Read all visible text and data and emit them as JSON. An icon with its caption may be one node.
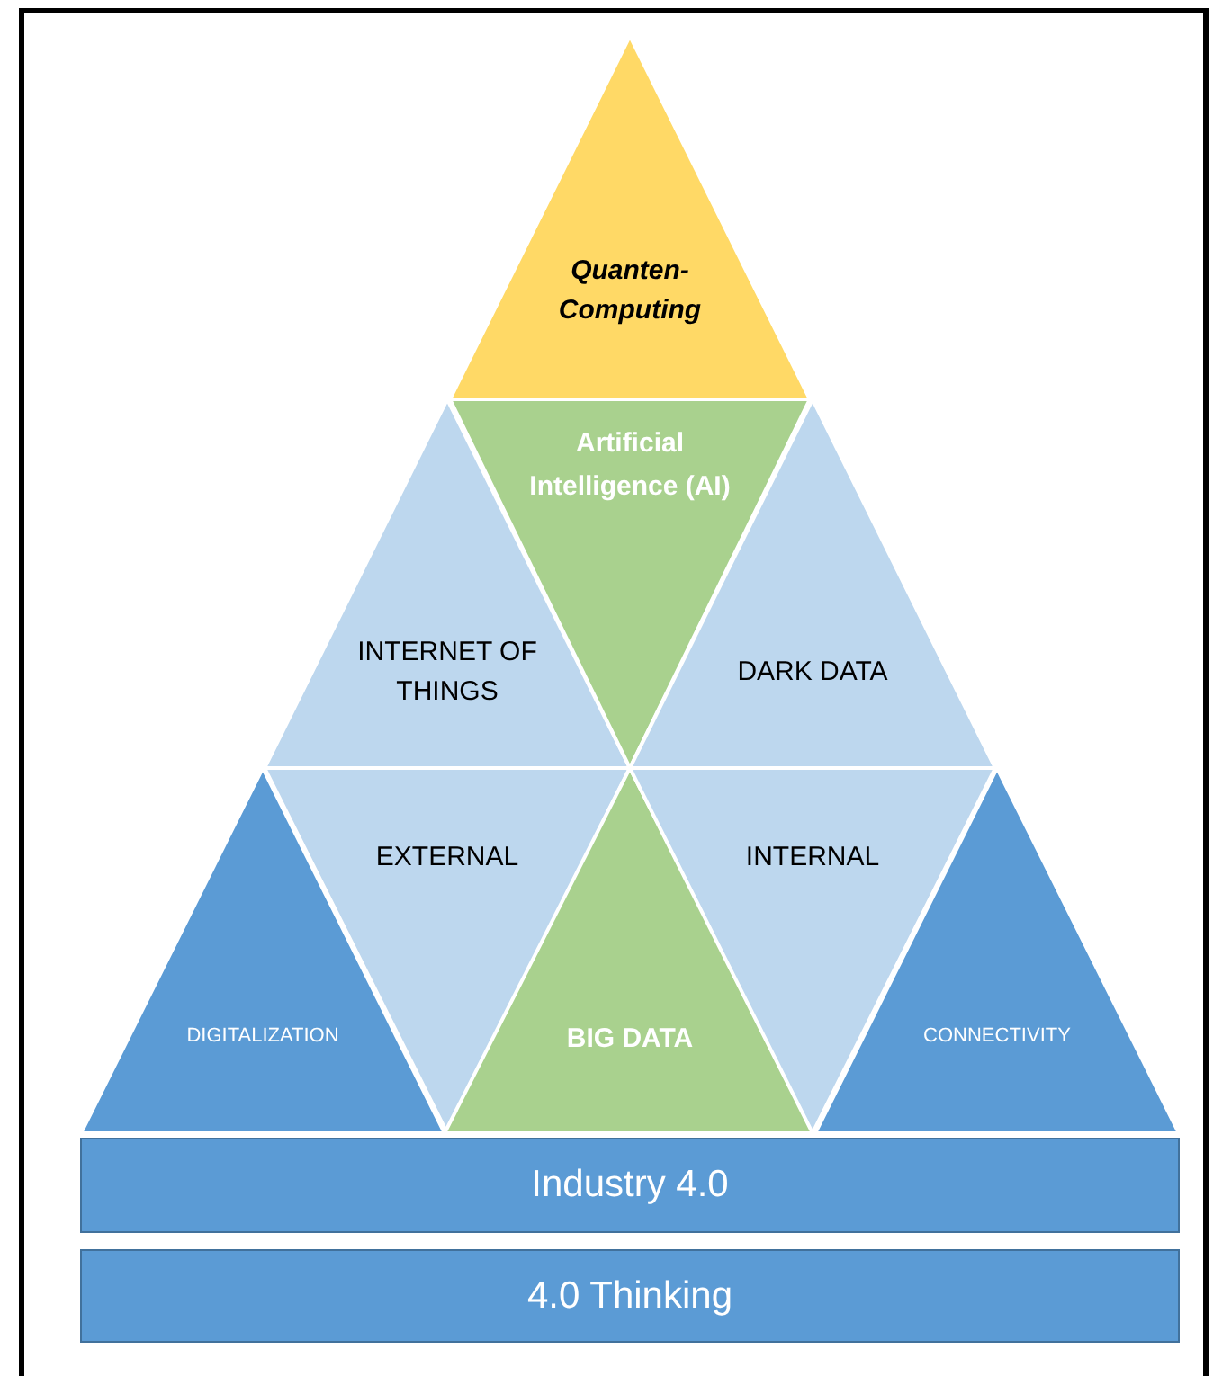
{
  "diagram": {
    "nodes": [
      {
        "text": [
          "Quanten-Computing"
        ]
      },
      {
        "text": [
          "INTERNET OF THINGS"
        ]
      },
      {
        "text": [
          "Artificial Intelligence (AI)"
        ]
      },
      {
        "text": [
          "DARK DATA"
        ]
      },
      {
        "text": [
          "DIGITALIZATION"
        ]
      },
      {
        "text": [
          "EXTERNAL"
        ]
      },
      {
        "text": [
          "BIG DATA"
        ]
      },
      {
        "text": [
          "INTERNAL"
        ]
      },
      {
        "text": [
          "CONNECTIVITY"
        ]
      },
      {
        "text": [
          "Industry 4.0"
        ]
      },
      {
        "text": [
          "4.0 Thinking"
        ]
      }
    ],
    "edges": []
  }
}
